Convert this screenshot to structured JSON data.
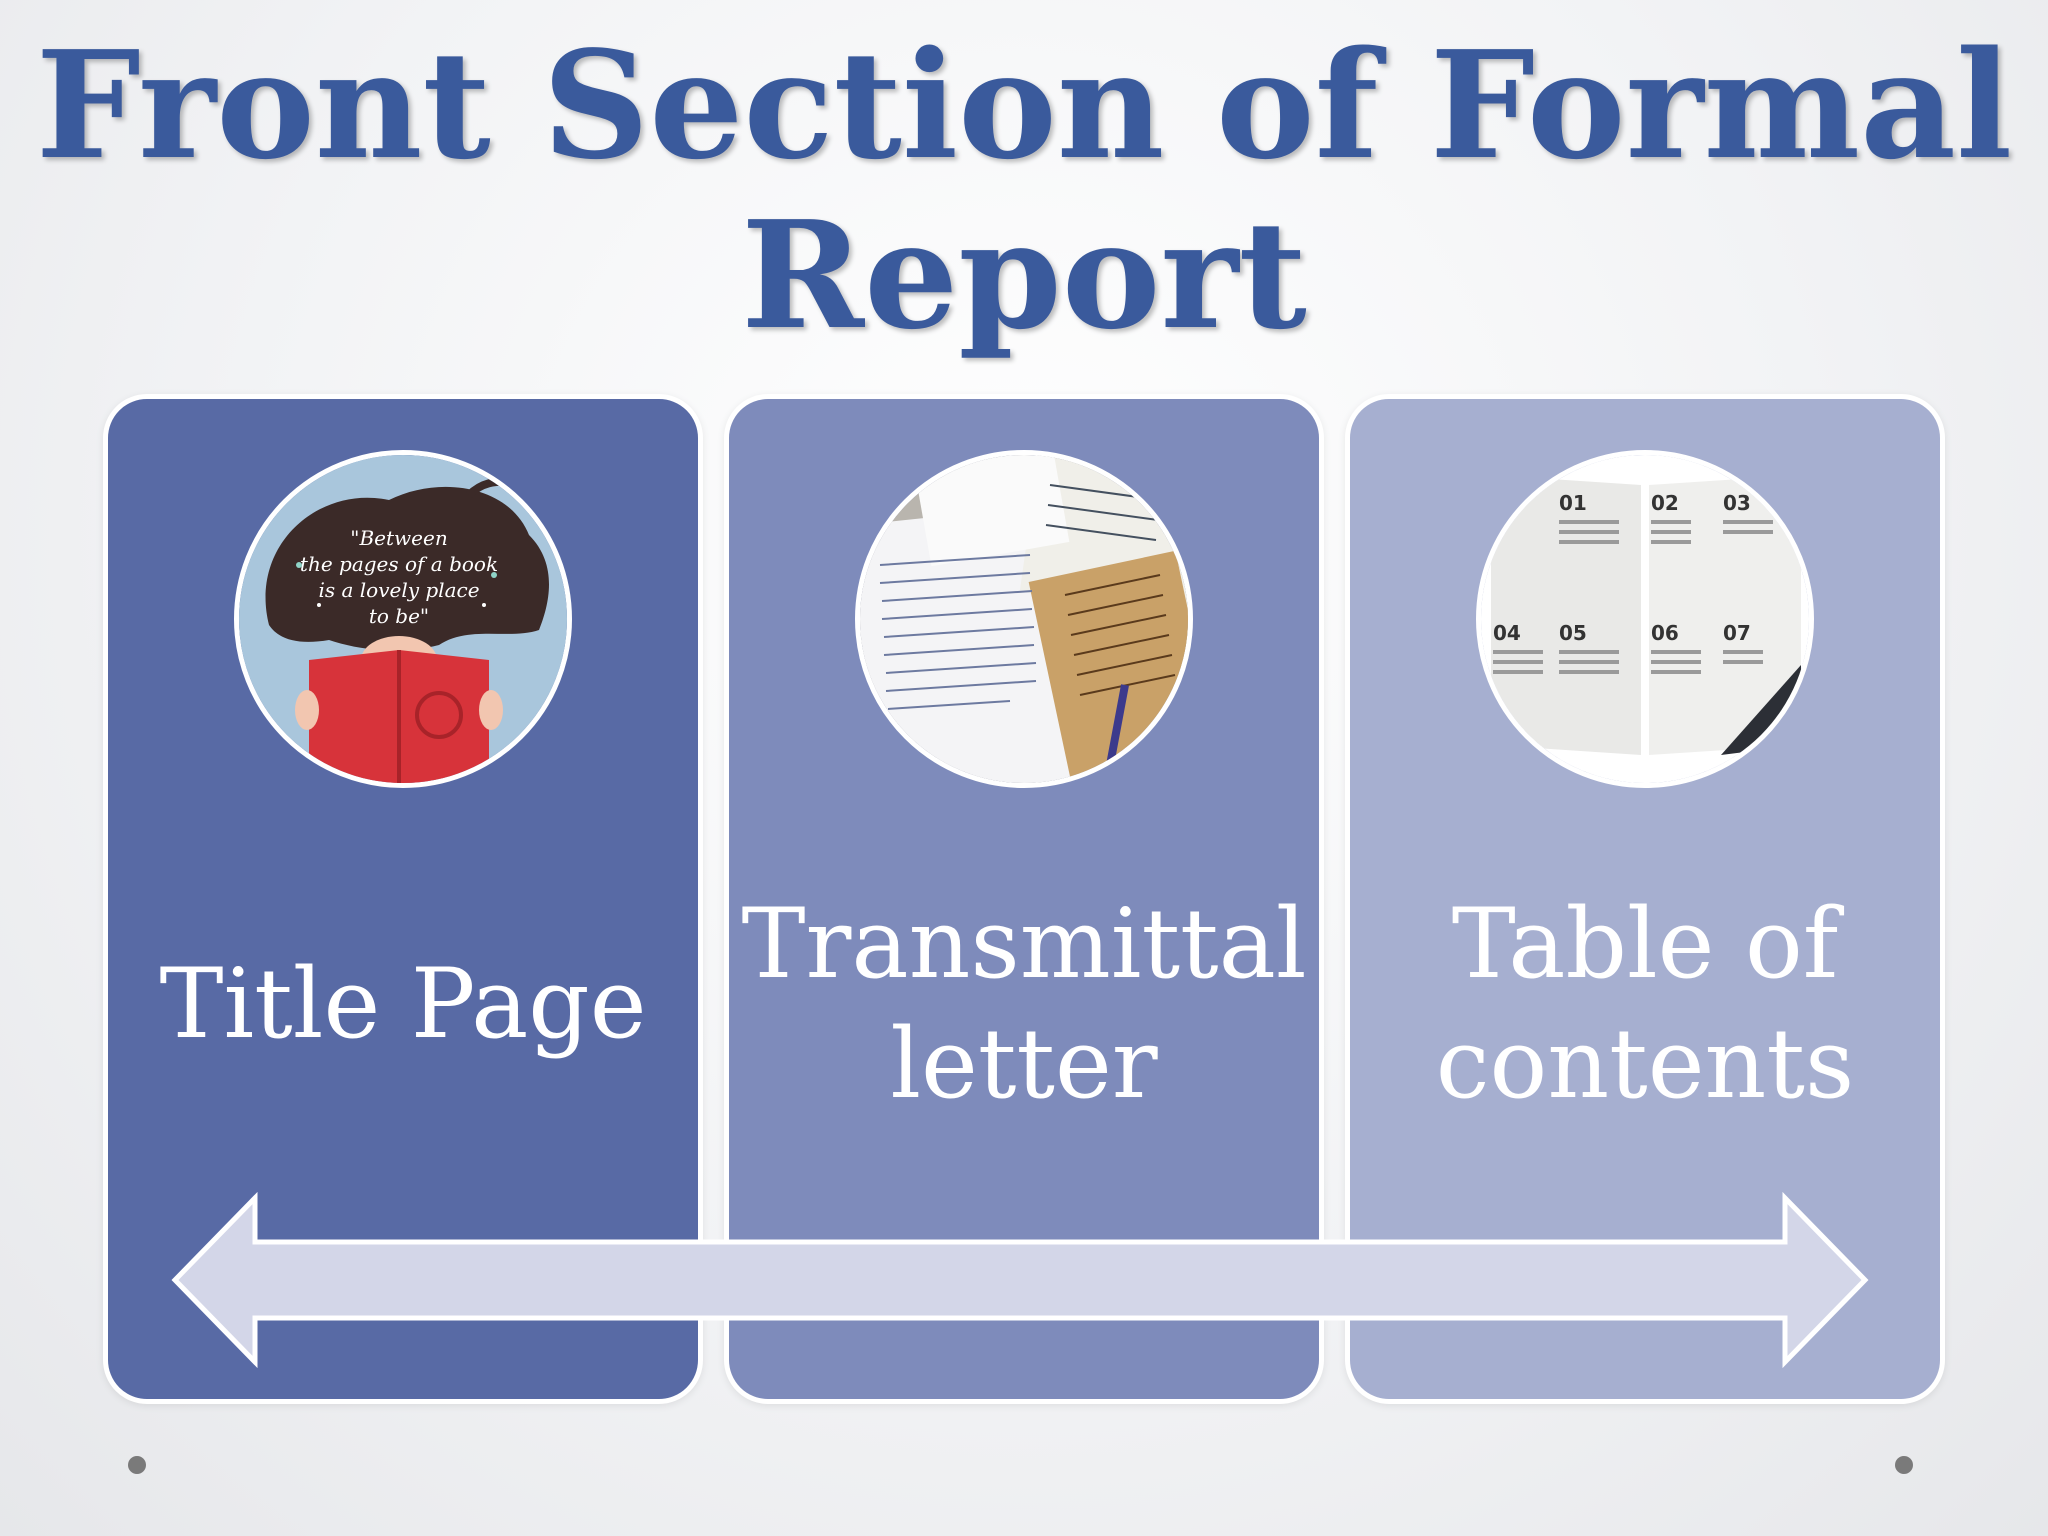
{
  "slide": {
    "title_line1": "Front Section of Formal",
    "title_line2": "Report"
  },
  "cards": [
    {
      "label_line1": "Title Page",
      "label_line2": "",
      "image": "book-reading-illustration",
      "image_text": "“Between the pages of a book is a lovely place to be”"
    },
    {
      "label_line1": "Transmittal",
      "label_line2": "letter",
      "image": "handwritten-letters-photo"
    },
    {
      "label_line1": "Table of",
      "label_line2": "contents",
      "image": "open-brochure-photo",
      "page_numbers": [
        "01",
        "02",
        "03",
        "04",
        "05",
        "06",
        "07"
      ]
    }
  ],
  "arrow": {
    "icon": "double-headed-arrow-icon",
    "color": "#d3d6e8"
  },
  "colors": {
    "title": "#3a5a9c",
    "card1": "#586aa5",
    "card2": "#7e8bbb",
    "card3": "#a6afd0"
  }
}
